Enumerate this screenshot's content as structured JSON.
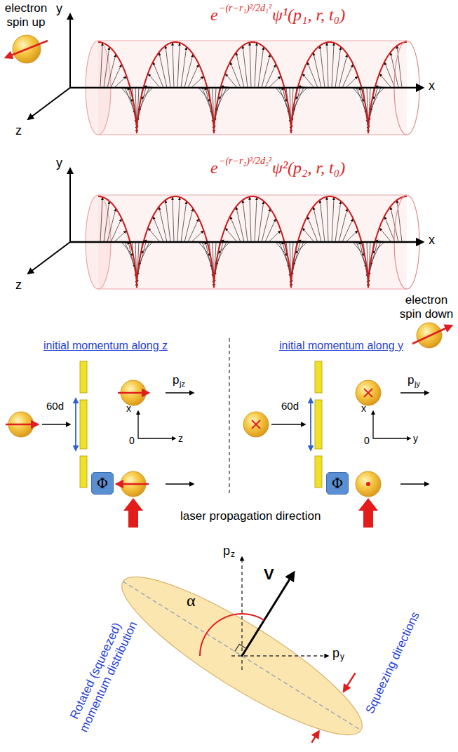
{
  "diagram": {
    "nodes": [
      {
        "text": [
          "Φ"
        ]
      },
      {
        "text": [
          "Φ"
        ]
      }
    ],
    "labels": [
      "electron spin up",
      "y",
      "z",
      "x",
      "e",
      "−(r−r₁)²/2d₁²",
      "ψ¹(p₁, r, t₀)",
      "y",
      "z",
      "x",
      "e",
      "−(r−r₂)²/2d₂²",
      "ψ²(p₂, r, t₀)",
      "electron spin down",
      "initial momentum along z",
      "initial momentum along y",
      "60d",
      "p",
      "jz",
      "x",
      "0",
      "z",
      "60d",
      "p",
      "jy",
      "x",
      "0",
      "y",
      "laser propagation direction",
      "p",
      "z",
      "V",
      "α",
      "p",
      "y",
      "Rotated (squeezed) momentum distribution",
      "Squeezing directions"
    ]
  }
}
